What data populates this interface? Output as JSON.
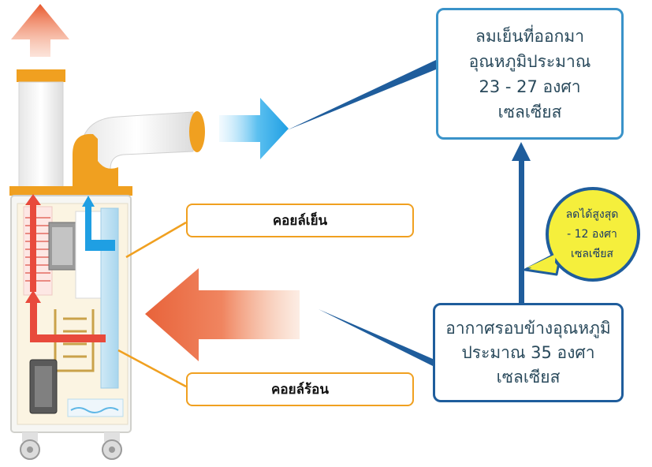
{
  "cool_air_box": {
    "lines": [
      "ลมเย็นที่ออกมา",
      "อุณหภูมิประมาณ",
      "23 - 27 องศา",
      "เซลเซียส"
    ]
  },
  "ambient_air_box": {
    "lines": [
      "อากาศรอบข้างอุณหภูมิ",
      "ประมาณ 35 องศา",
      "เซลเซียส"
    ]
  },
  "reduction_bubble": {
    "lines": [
      "ลดได้สูงสุด",
      "- 12 องศา",
      "เซลเซียส"
    ]
  },
  "labels": {
    "cold_coil": "คอยล์เย็น",
    "hot_coil": "คอยล์ร้อน"
  },
  "colors": {
    "cool_air": "#3aa6e0",
    "hot_air": "#e6663a",
    "duct_orange": "#f0a020",
    "callout_blue": "#1f5d9c",
    "bubble_yellow": "#f5ef3c"
  }
}
